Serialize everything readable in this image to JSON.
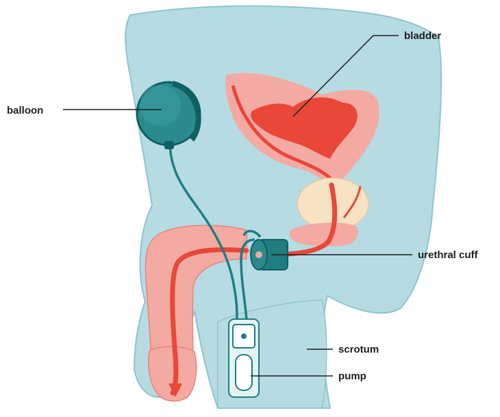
{
  "labels": {
    "balloon": "balloon",
    "bladder": "bladder",
    "urethral_cuff": "urethral cuff",
    "scrotum": "scrotum",
    "pump": "pump"
  },
  "colors": {
    "body": "#b6dbe3",
    "body_outline": "#8fc3cf",
    "tissue_pink": "#f3aaa3",
    "tissue_red": "#e8473a",
    "prostate": "#f7e3c3",
    "device_teal": "#1f7d80",
    "device_dark": "#0f5f63",
    "pump_fill": "#e4f2f1",
    "leader_line": "#1d1d1d"
  }
}
